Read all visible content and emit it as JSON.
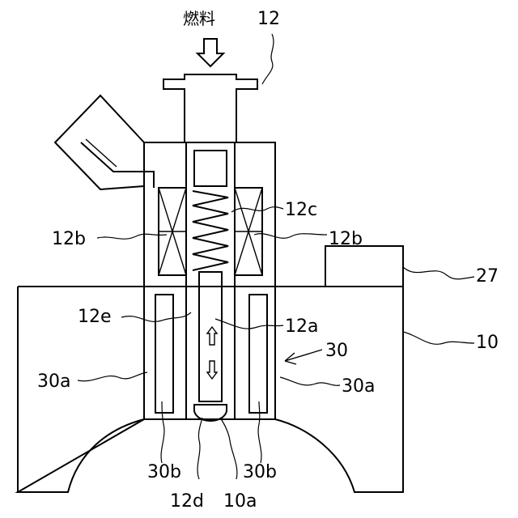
{
  "labels": {
    "fuel": "燃料",
    "injector": "12",
    "valve_needle": "12a",
    "coil_left": "12b",
    "coil_right": "12b",
    "spring": "12c",
    "nozzle_tip": "12d",
    "needle_body": "12e",
    "block": "10",
    "chamber_port": "10a",
    "ecu": "27",
    "cooling_device": "30",
    "channel_left": "30a",
    "channel_right": "30a",
    "port_left": "30b",
    "port_right": "30b"
  }
}
